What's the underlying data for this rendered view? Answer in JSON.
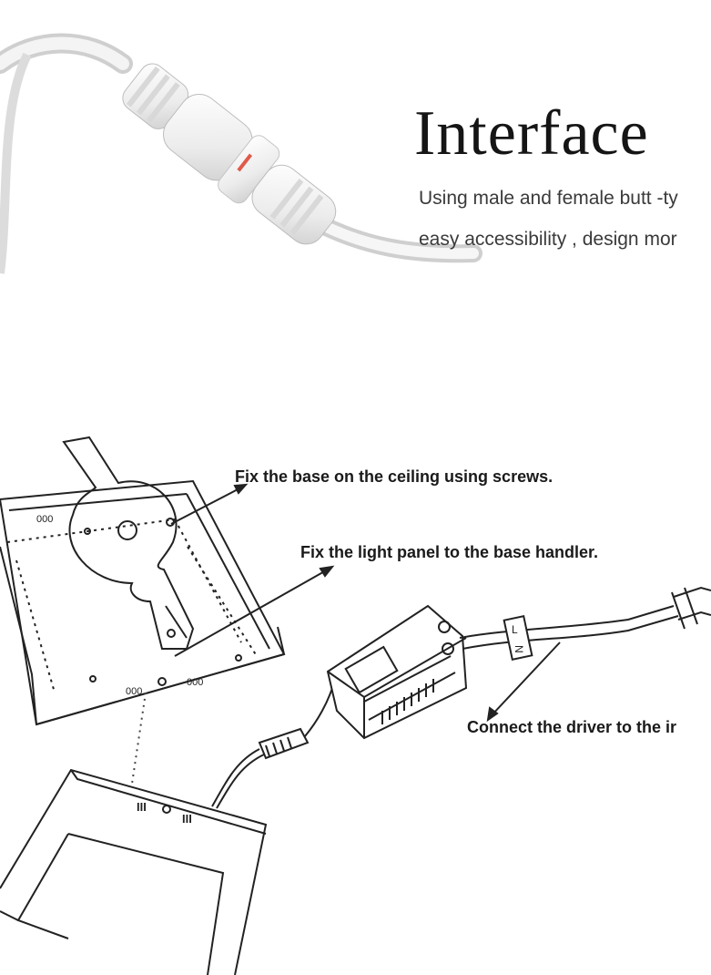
{
  "interface": {
    "title": "Interface",
    "description_line1": "Using male and female butt -ty",
    "description_line2": "easy accessibility , design mor"
  },
  "diagram": {
    "label_base_screws": "Fix the base on the ceiling using screws.",
    "label_panel_handler": "Fix the light panel to the base handler.",
    "label_driver": "Connect the driver to the ir",
    "wire_tag_l": "L",
    "wire_tag_n": "N",
    "vent_marks": "III"
  }
}
